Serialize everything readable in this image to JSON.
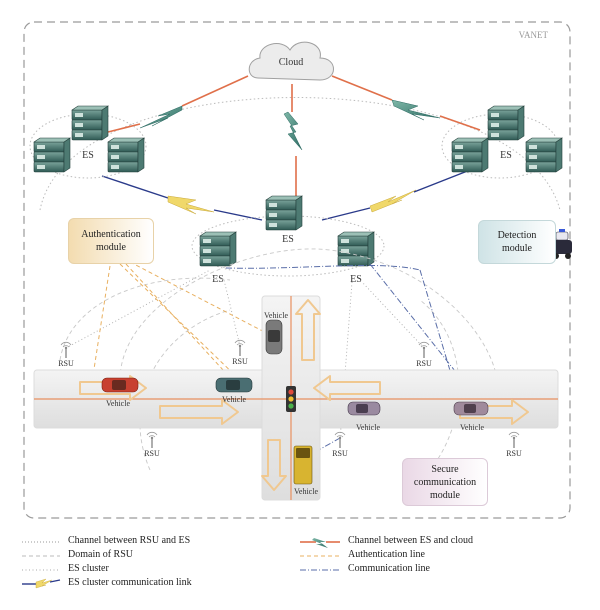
{
  "frame_label": "VANET",
  "cloud_label": "Cloud",
  "es_label": "ES",
  "rsu_label": "RSU",
  "vehicle_label": "Vehicle",
  "modules": {
    "authentication": "Authentication module",
    "detection": "Detection module",
    "secure": "Secure communication module"
  },
  "legend": {
    "left": [
      "Channel between RSU and ES",
      "Domain of RSU",
      "ES cluster",
      "ES cluster communication link"
    ],
    "right": [
      "Channel between ES and cloud",
      "Authentication line",
      "Communication line"
    ]
  },
  "colors": {
    "frame": "#9a9a9a",
    "cloud_link": "#e0704a",
    "auth_line": "#e8b060",
    "comm_line": "#5a6ea8",
    "es_cluster_link": "#2a3a8a",
    "lightning_yellow": "#f0d86a",
    "road": "#e8e8e8",
    "arrow": "#f0c890"
  }
}
